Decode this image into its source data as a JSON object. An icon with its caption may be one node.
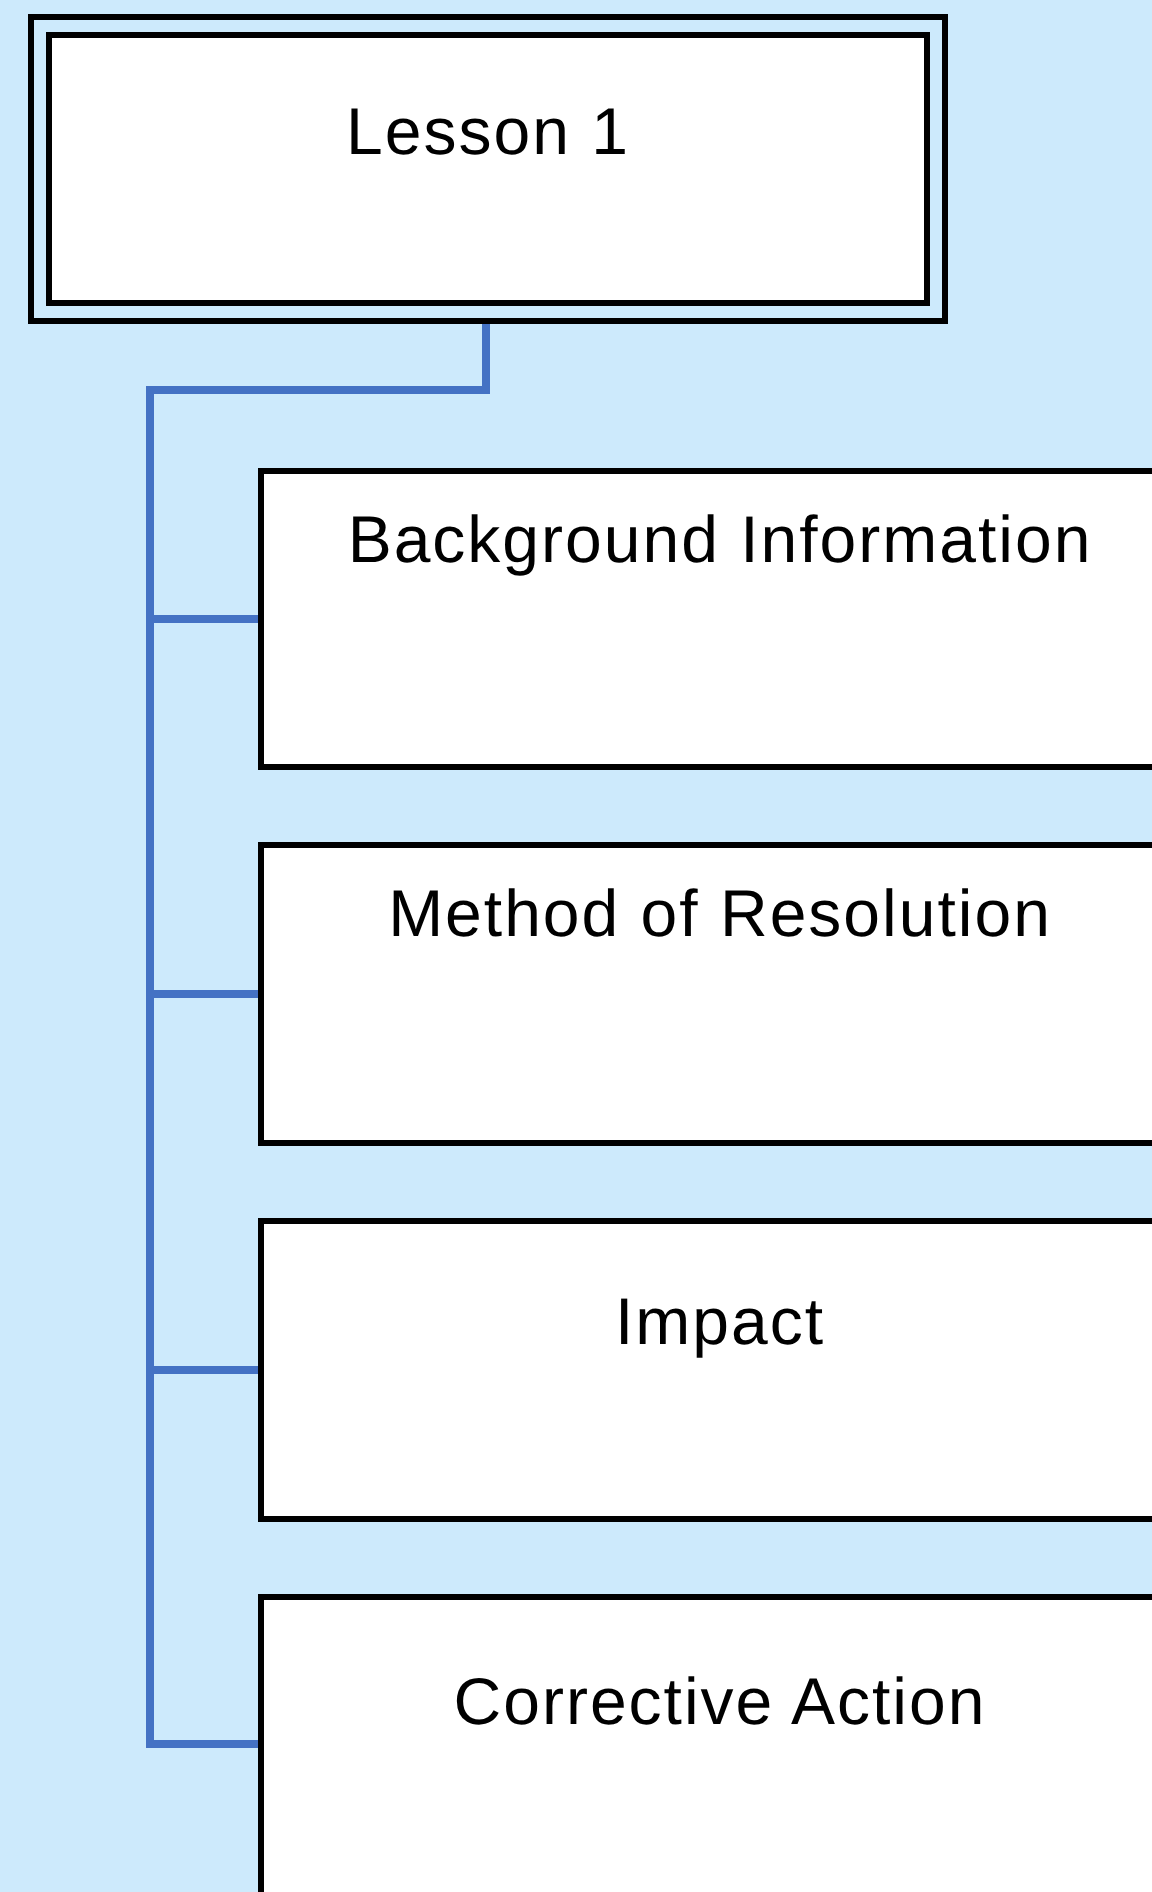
{
  "diagram": {
    "nodes": [
      {
        "text": [
          "Lesson 1"
        ]
      },
      {
        "text": [
          "Background Information"
        ]
      },
      {
        "text": [
          "Method of Resolution"
        ]
      },
      {
        "text": [
          "Impact"
        ]
      },
      {
        "text": [
          "Corrective Action"
        ]
      }
    ],
    "edges": [
      {
        "from": 0,
        "to": 1,
        "arrow": "none"
      },
      {
        "from": 0,
        "to": 2,
        "arrow": "none"
      },
      {
        "from": 0,
        "to": 3,
        "arrow": "none"
      },
      {
        "from": 0,
        "to": 4,
        "arrow": "none"
      }
    ]
  }
}
